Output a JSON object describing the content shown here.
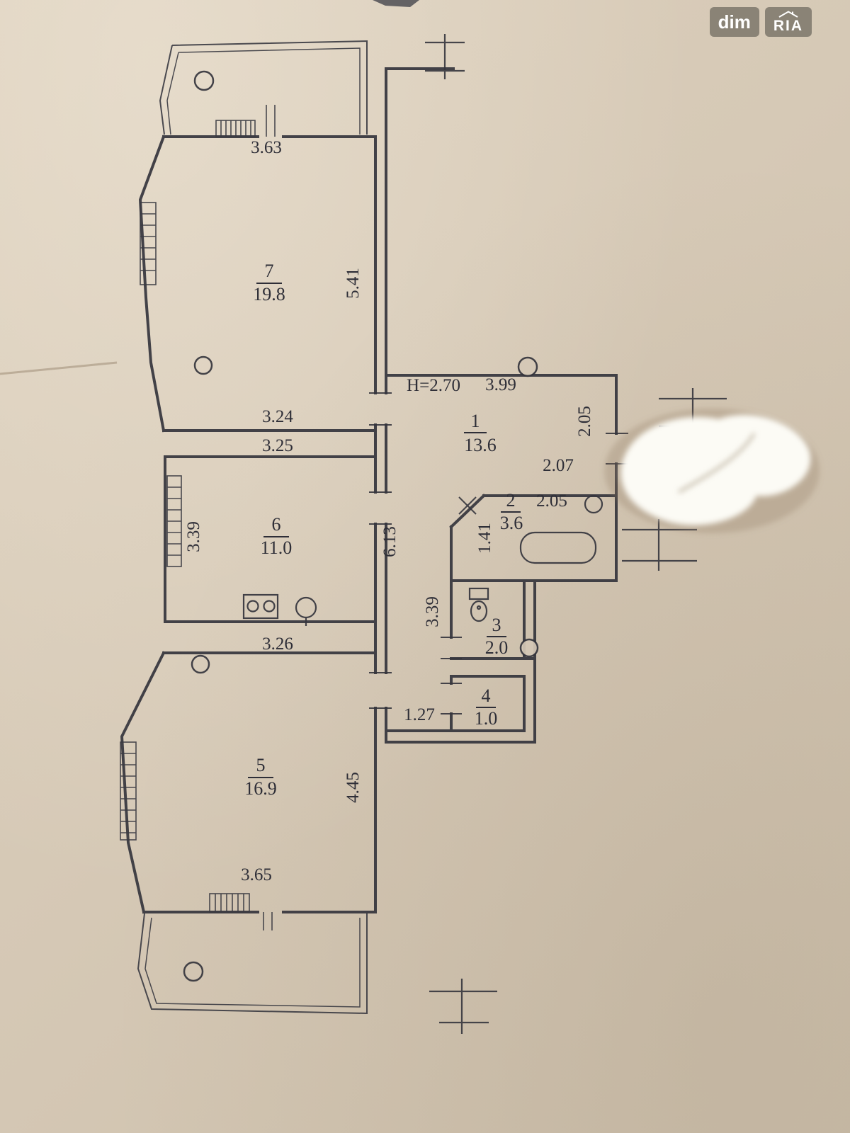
{
  "watermark": {
    "dim_label": "dim",
    "ria_label": "RIA"
  },
  "plan": {
    "height_note": "H=2.70",
    "rooms": [
      {
        "number": "1",
        "area": "13.6"
      },
      {
        "number": "2",
        "area": "3.6"
      },
      {
        "number": "3",
        "area": "2.0"
      },
      {
        "number": "4",
        "area": "1.0"
      },
      {
        "number": "5",
        "area": "16.9"
      },
      {
        "number": "6",
        "area": "11.0"
      },
      {
        "number": "7",
        "area": "19.8"
      }
    ],
    "dimensions": {
      "balcony_top": "3.63",
      "room7_depth": "5.41",
      "room7_width": "3.24",
      "room6_top_width": "3.25",
      "room6_depth": "3.39",
      "room6_bottom_width": "3.26",
      "room5_width": "3.65",
      "room5_depth": "4.45",
      "hall_length": "6.13",
      "hall_bottom": "1.27",
      "room1_width": "3.99",
      "entry_side": "2.05",
      "bath_top": "2.07",
      "bath_width": "2.05",
      "bath_depth": "1.41",
      "wc_side": "3.39"
    }
  }
}
